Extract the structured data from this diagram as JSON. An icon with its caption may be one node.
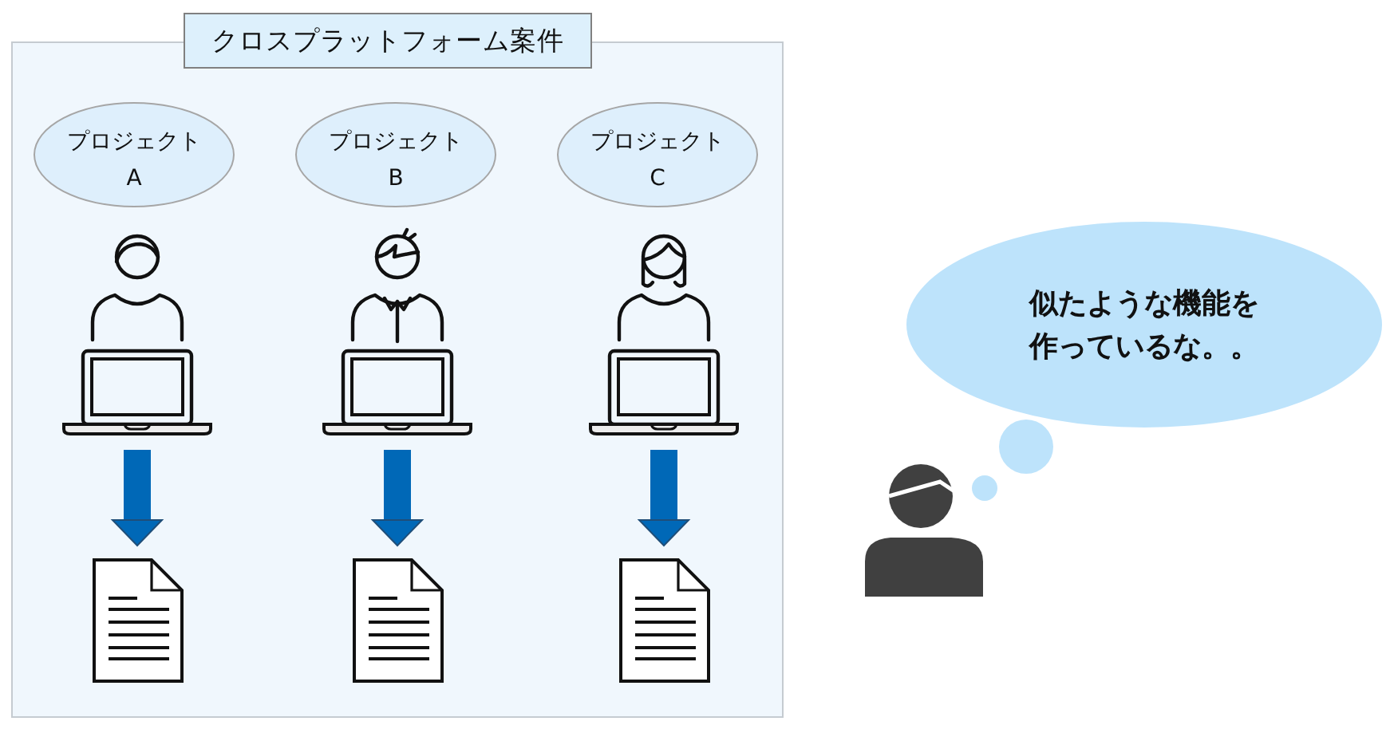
{
  "diagram": {
    "nodes": [
      {
        "text": [
          "クロスプラットフォーム案件"
        ]
      },
      {
        "text": [
          "プロジェクトA"
        ],
        "in": 0
      },
      {
        "text": [
          "プロジェクトB"
        ],
        "in": 0
      },
      {
        "text": [
          "プロジェクトC"
        ],
        "in": 0
      },
      {
        "text": [],
        "shape": "picture",
        "in": 0
      },
      {
        "text": [],
        "shape": "picture",
        "in": 0
      },
      {
        "text": [],
        "shape": "picture",
        "in": 0
      },
      {
        "text": [],
        "shape": "picture",
        "in": 0
      },
      {
        "text": [],
        "shape": "picture",
        "in": 0
      },
      {
        "text": [],
        "shape": "picture",
        "in": 0
      },
      {
        "text": [
          "似たような機能を作っているな。。"
        ]
      }
    ],
    "edges": [
      {
        "from": 4,
        "to": 7,
        "arrow": "to"
      },
      {
        "from": 5,
        "to": 8,
        "arrow": "to"
      },
      {
        "from": 6,
        "to": 9,
        "arrow": "to"
      }
    ]
  }
}
